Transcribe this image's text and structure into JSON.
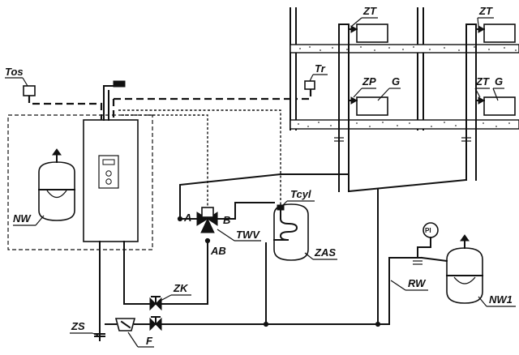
{
  "labels": {
    "tos": "Tos",
    "nw": "NW",
    "tr": "Tr",
    "zt_left": "ZT",
    "zt_right": "ZT",
    "zt_right_mid": "ZT",
    "zp": "ZP",
    "g_left": "G",
    "g_right": "G",
    "tcyl": "Tcyl",
    "valve_a": "A",
    "valve_b": "B",
    "valve_ab": "AB",
    "twv": "TWV",
    "zas": "ZAS",
    "zk": "ZK",
    "zs": "ZS",
    "f": "F",
    "rw": "RW",
    "nw1": "NW1",
    "pi": "PI"
  }
}
